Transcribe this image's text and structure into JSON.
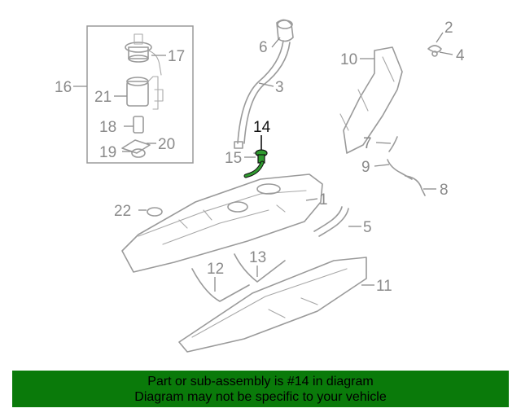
{
  "callouts": {
    "c1": "1",
    "c2": "2",
    "c3": "3",
    "c4": "4",
    "c5": "5",
    "c6": "6",
    "c7": "7",
    "c8": "8",
    "c9": "9",
    "c10": "10",
    "c11": "11",
    "c12": "12",
    "c13": "13",
    "c14": "14",
    "c15": "15",
    "c16": "16",
    "c17": "17",
    "c18": "18",
    "c19": "19",
    "c20": "20",
    "c21": "21",
    "c22": "22"
  },
  "highlight": {
    "part": "14",
    "color": "#2f9a2f"
  },
  "banner": {
    "line1": "Part or sub-assembly is #14 in diagram",
    "line2": "Diagram may not be specific to your vehicle",
    "background": "#0a7a0a"
  }
}
